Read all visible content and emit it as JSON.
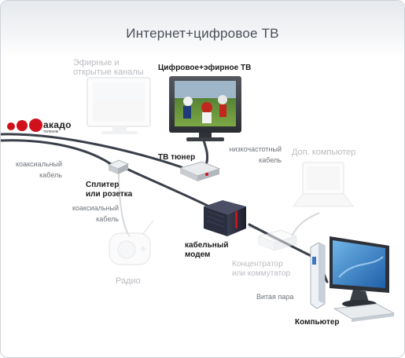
{
  "title": "Интернет+цифровое ТВ",
  "logo": {
    "name": "акадо",
    "sub": "телеком"
  },
  "labels": {
    "air_channels_1": "Эфирные и",
    "air_channels_2": "открытые каналы",
    "digital_tv": "Цифровое+эфирное ТВ",
    "tv_tuner": "ТВ тюнер",
    "lowfreq_1": "низкочастотный",
    "lowfreq_2": "кабель",
    "extra_pc": "Доп. компьютер",
    "coax1_1": "коаксиальный",
    "coax1_2": "кабель",
    "splitter_1": "Сплитер",
    "splitter_2": "или розетка",
    "coax2_1": "коаксиальный",
    "coax2_2": "кабель",
    "modem_1": "кабельный",
    "modem_2": "модем",
    "hub_1": "Концентратор",
    "hub_2": "или коммутатор",
    "twisted": "Витая пара",
    "radio": "Радио",
    "computer": "Компьютер"
  },
  "colors": {
    "brand_red": "#d0111b",
    "cable_dark": "#3a3f4a",
    "faded": "#b9bcc1"
  }
}
